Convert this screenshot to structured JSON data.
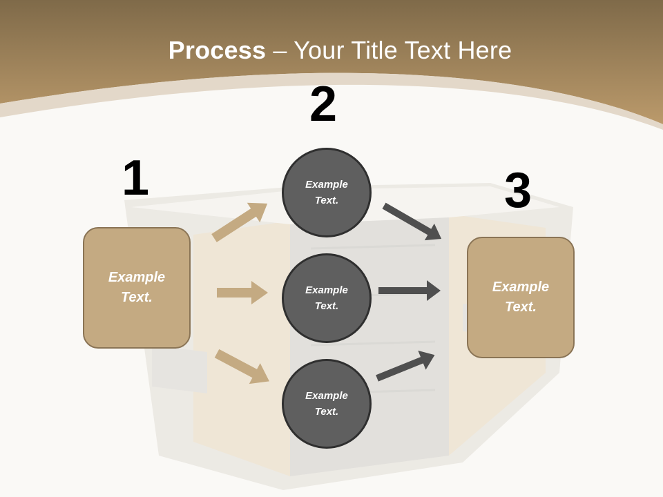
{
  "slide": {
    "title_bold": "Process",
    "title_rest": " – Your Title Text Here"
  },
  "steps": {
    "one": "1",
    "two": "2",
    "three": "3"
  },
  "left_box": {
    "text": "Example\nText."
  },
  "right_box": {
    "text": "Example\nText."
  },
  "circles": [
    {
      "text": "Example\nText."
    },
    {
      "text": "Example\nText."
    },
    {
      "text": "Example\nText."
    }
  ],
  "colors": {
    "header_top": "#7f6a49",
    "header_bottom": "#b9986a",
    "box_fill": "#c4aa82",
    "circle_fill": "#5f5f5f",
    "arrow_tan": "#c4aa82",
    "arrow_dark": "#4f4f4f"
  }
}
